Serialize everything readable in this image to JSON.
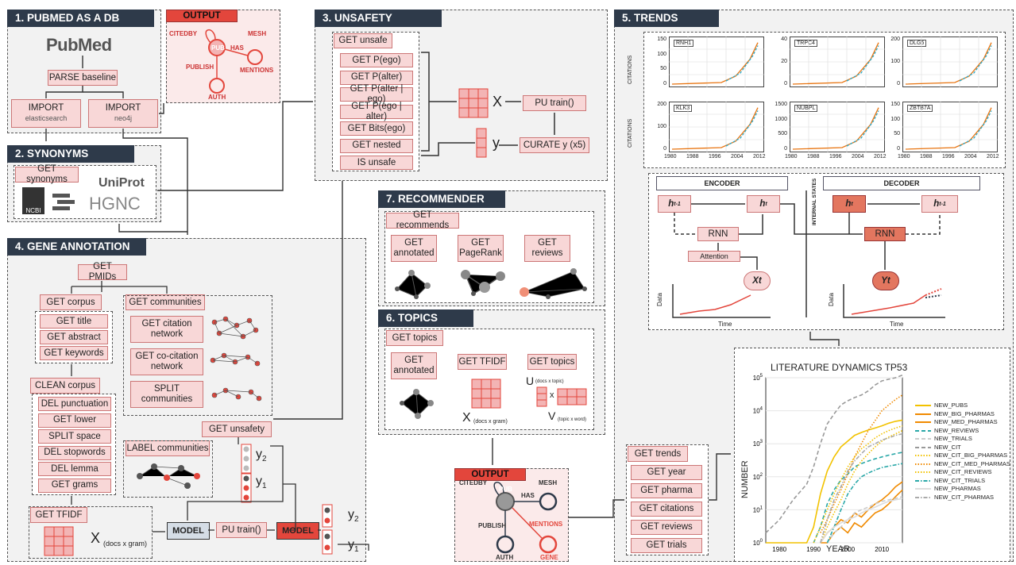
{
  "panels": {
    "p1": "1. PUBMED AS A DB",
    "p2": "2. SYNONYMS",
    "p3": "3. UNSAFETY",
    "p4": "4. GENE ANNOTATION",
    "p5": "5. TRENDS",
    "p6": "6. TOPICS",
    "p7": "7. RECOMMENDER"
  },
  "p1": {
    "logo": "PubMed",
    "parse": "PARSE baseline",
    "import1": "IMPORT",
    "import2": "IMPORT",
    "es": "elasticsearch",
    "neo": "neo4j"
  },
  "output_top": {
    "title": "OUTPUT",
    "citedby": "CITEDBY",
    "pub": "PUB",
    "has": "HAS",
    "mesh": "MESH",
    "mentions": "MENTIONS",
    "publish": "PUBLISH",
    "auth": "AUTH"
  },
  "p2": {
    "get": "GET synonyms",
    "uniprot": "UniProt",
    "hgnc": "HGNC",
    "ncbi": "NCBI"
  },
  "p3": {
    "get": "GET unsafe",
    "items": [
      "GET P(ego)",
      "GET P(alter)",
      "GET P(alter | ego)",
      "GET P(ego | alter)",
      "GET Bits(ego)",
      "GET nested",
      "IS unsafe"
    ],
    "x": "X",
    "y": "y",
    "pu": "PU train()",
    "curate": "CURATE y (x5)"
  },
  "p4": {
    "pmids": "GET PMIDs",
    "corpus": "GET corpus",
    "corpus_items": [
      "GET title",
      "GET abstract",
      "GET keywords"
    ],
    "clean": "CLEAN corpus",
    "clean_items": [
      "DEL punctuation",
      "GET lower",
      "SPLIT space",
      "DEL stopwords",
      "DEL lemma",
      "GET grams"
    ],
    "communities": "GET communities",
    "comm_items": [
      "GET citation network",
      "GET co-citation network",
      "SPLIT communities"
    ],
    "unsafety": "GET unsafety",
    "label": "LABEL communities",
    "y2": "y",
    "y2s": "2",
    "y1": "y",
    "y1s": "1",
    "tfidf": "GET TFIDF",
    "x": "X",
    "xsub": "(docs x gram)",
    "model1": "MODEL",
    "pu": "PU train()",
    "model2": "MODEL",
    "oy2": "y",
    "oy2s": "2",
    "oy1": "y",
    "oy1s": "1"
  },
  "p7": {
    "get": "GET recommends",
    "items": [
      "GET annotated",
      "GET PageRank",
      "GET reviews"
    ]
  },
  "p6": {
    "get": "GET topics",
    "annotated": "GET annotated",
    "tfidf": "GET TFIDF",
    "topics": "GET topics",
    "x": "X",
    "xsub": "(docs x gram)",
    "x2": "x",
    "u": "U",
    "usub": "(docs x topic)",
    "v": "V",
    "vsub": "(topic x word)"
  },
  "output_bottom": {
    "title": "OUTPUT",
    "citedby": "CITEDBY",
    "pub": "PUB",
    "has": "HAS",
    "mesh": "MESH",
    "mentions": "MENTIONS",
    "publish": "PUBLISH",
    "auth": "AUTH",
    "gene": "GENE"
  },
  "p5": {
    "ylabel": "CITATIONS",
    "minicharts": [
      {
        "name": "RNH1",
        "yticks": [
          "0",
          "50",
          "100",
          "150"
        ]
      },
      {
        "name": "TRPC4",
        "yticks": [
          "0",
          "20",
          "40"
        ]
      },
      {
        "name": "DLG5",
        "yticks": [
          "0",
          "100",
          "200"
        ]
      },
      {
        "name": "KLK3",
        "yticks": [
          "0",
          "100",
          "200"
        ]
      },
      {
        "name": "NUBPL",
        "yticks": [
          "0",
          "500",
          "1000",
          "1500"
        ]
      },
      {
        "name": "ZBTB7A",
        "yticks": [
          "0",
          "50",
          "100",
          "150"
        ]
      }
    ],
    "xticks": [
      "1980",
      "1988",
      "1996",
      "2004",
      "2012"
    ],
    "encoder": "ENCODER",
    "decoder": "DECODER",
    "ht1": "h",
    "ht1s": "t-1",
    "ht": "h",
    "hts": "t",
    "rnn": "RNN",
    "attention": "Attention",
    "xt": "Xt",
    "yt": "Yt",
    "internal": "INTERNAL STATES",
    "data": "Data",
    "time": "Time",
    "trends": "GET trends",
    "trend_items": [
      "GET year",
      "GET pharma",
      "GET citations",
      "GET reviews",
      "GET trials"
    ]
  },
  "chart_data": {
    "type": "line",
    "title": "LITERATURE DYNAMICS TP53",
    "xlabel": "YEAR",
    "ylabel": "NUMBER",
    "yscale": "log",
    "xticks": [
      "1980",
      "1990",
      "2000",
      "2010"
    ],
    "yticks": [
      "10^0",
      "10^1",
      "10^2",
      "10^3",
      "10^4",
      "10^5"
    ],
    "ylim": [
      1,
      100000
    ],
    "xlim": [
      1976,
      2016
    ],
    "legend_position": "right",
    "x": [
      1976,
      1980,
      1984,
      1988,
      1990,
      1992,
      1994,
      1996,
      1998,
      2000,
      2002,
      2004,
      2006,
      2008,
      2010,
      2012,
      2014,
      2016
    ],
    "series": [
      {
        "name": "NEW_PUBS",
        "color": "#f2c200",
        "dash": "solid",
        "values": [
          1,
          1,
          1,
          1,
          3,
          30,
          150,
          400,
          800,
          1200,
          1800,
          2200,
          2600,
          3000,
          3500,
          4200,
          4800,
          5200
        ]
      },
      {
        "name": "NEW_BIG_PHARMAS",
        "color": "#f08a00",
        "dash": "solid",
        "values": [
          null,
          null,
          null,
          null,
          null,
          1,
          2,
          3,
          5,
          4,
          8,
          6,
          10,
          15,
          20,
          30,
          50,
          70
        ]
      },
      {
        "name": "NEW_MED_PHARMAS",
        "color": "#f08a00",
        "dash": "solid",
        "values": [
          null,
          null,
          null,
          null,
          null,
          1,
          1,
          2,
          3,
          2,
          4,
          3,
          5,
          8,
          10,
          15,
          25,
          40
        ]
      },
      {
        "name": "NEW_REVIEWS",
        "color": "#2aa8a8",
        "dash": "dash",
        "values": [
          null,
          null,
          null,
          null,
          1,
          3,
          15,
          40,
          80,
          120,
          200,
          250,
          300,
          350,
          400,
          450,
          500,
          550
        ]
      },
      {
        "name": "NEW_TRIALS",
        "color": "#cccccc",
        "dash": "dash",
        "values": [
          null,
          null,
          null,
          null,
          null,
          null,
          1,
          2,
          3,
          5,
          8,
          10,
          12,
          15,
          18,
          20,
          22,
          25
        ]
      },
      {
        "name": "NEW_CIT",
        "color": "#999999",
        "dash": "dash",
        "values": [
          2,
          5,
          20,
          60,
          200,
          1000,
          4000,
          8000,
          15000,
          20000,
          25000,
          30000,
          40000,
          60000,
          80000,
          90000,
          100000,
          120000
        ]
      },
      {
        "name": "NEW_CIT_BIG_PHARMAS",
        "color": "#f2c200",
        "dash": "dot",
        "values": [
          null,
          null,
          null,
          null,
          null,
          1,
          3,
          8,
          20,
          60,
          150,
          300,
          500,
          800,
          1200,
          1600,
          2000,
          2500
        ]
      },
      {
        "name": "NEW_CIT_MED_PHARMAS",
        "color": "#f08a00",
        "dash": "dot",
        "values": [
          null,
          null,
          null,
          null,
          null,
          2,
          5,
          15,
          40,
          120,
          400,
          1000,
          2500,
          5000,
          10000,
          15000,
          22000,
          30000
        ]
      },
      {
        "name": "NEW_CIT_REVIEWS",
        "color": "#f2c200",
        "dash": "dot",
        "values": [
          null,
          null,
          null,
          null,
          1,
          3,
          10,
          30,
          80,
          200,
          400,
          700,
          1000,
          1500,
          2000,
          2500,
          3000,
          3500
        ]
      },
      {
        "name": "NEW_CIT_TRIALS",
        "color": "#2aa8a8",
        "dash": "dashdot",
        "values": [
          null,
          null,
          null,
          null,
          null,
          null,
          1,
          3,
          10,
          30,
          60,
          100,
          130,
          160,
          190,
          210,
          230,
          250
        ]
      },
      {
        "name": "NEW_PHARMAS",
        "color": "#dddddd",
        "dash": "solid",
        "values": [
          null,
          null,
          null,
          null,
          null,
          1,
          2,
          3,
          4,
          5,
          6,
          8,
          10,
          12,
          15,
          18,
          20,
          22
        ]
      },
      {
        "name": "NEW_CIT_PHARMAS",
        "color": "#aaaaaa",
        "dash": "dashdot",
        "values": [
          null,
          null,
          null,
          null,
          null,
          1,
          5,
          20,
          50,
          150,
          300,
          500,
          800,
          1000,
          1300,
          1500,
          1800,
          2000
        ]
      }
    ]
  }
}
